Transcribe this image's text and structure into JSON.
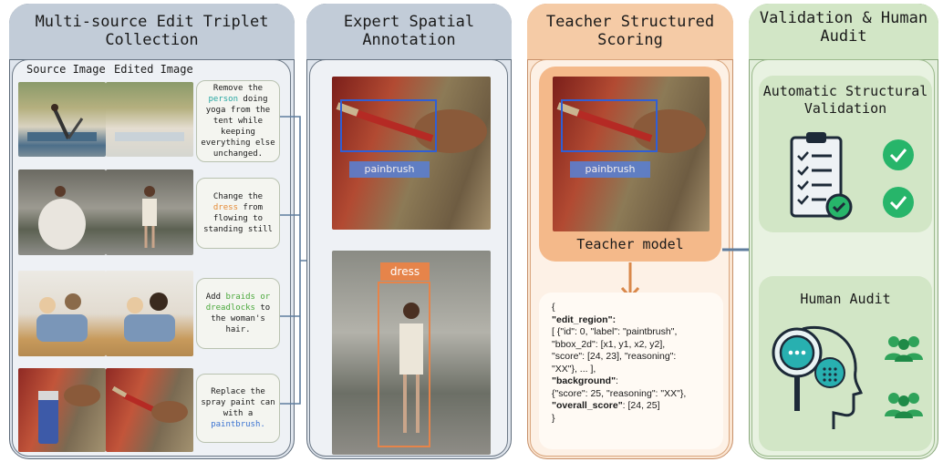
{
  "stage1": {
    "title_line1": "Multi-source Edit Triplet",
    "title_line2": "Collection",
    "col_source": "Source Image",
    "col_edited": "Edited Image",
    "rows": [
      {
        "pre": "Remove the",
        "highlight": "person",
        "post": "doing yoga from the tent while keeping everything else unchanged.",
        "highlight_color": "teal"
      },
      {
        "pre": "Change the",
        "highlight": "dress",
        "post": "from flowing to standing still",
        "highlight_color": "orange"
      },
      {
        "pre": "Add",
        "highlight": "braids or dreadlocks",
        "post": "to the woman's hair.",
        "highlight_color": "green"
      },
      {
        "pre": "Replace the spray paint can with a",
        "highlight": "paintbrush.",
        "post": "",
        "highlight_color": "blue"
      }
    ]
  },
  "stage2": {
    "title_line1": "Expert Spatial",
    "title_line2": "Annotation",
    "box_label_1": "painbrush",
    "box_label_2": "dress"
  },
  "stage3": {
    "title_line1": "Teacher Structured",
    "title_line2": "Scoring",
    "box_label": "painbrush",
    "model_label": "Teacher model",
    "json": {
      "open": "{",
      "k1": "\"edit_region\"",
      "l1": "[ {\"id\": 0, \"label\": \"paintbrush\",",
      "l2": "\"bbox_2d\": [x1, y1, x2, y2],",
      "l3": "\"score\": [24, 23], \"reasoning\":",
      "l4": "\"XX\"}, ... ],",
      "k2": "\"background\"",
      "l5": "{\"score\": 25, \"reasoning\": \"XX\"},",
      "k3": "\"overall_score\"",
      "l6": ": [24, 25]",
      "close": "}"
    }
  },
  "stage4": {
    "title_line1": "Validation & Human",
    "title_line2": "Audit",
    "auto_line1": "Automatic Structural",
    "auto_line2": "Validation",
    "human": "Human Audit"
  },
  "colors": {
    "blue_panel": "#dfe5ed",
    "orange_panel": "#fbe6d3",
    "green_panel": "#e2eedb",
    "check_green": "#27b56a",
    "people_green": "#2fa35a",
    "arrow": "#5f7d9e",
    "arrow_orange": "#d9884a"
  }
}
